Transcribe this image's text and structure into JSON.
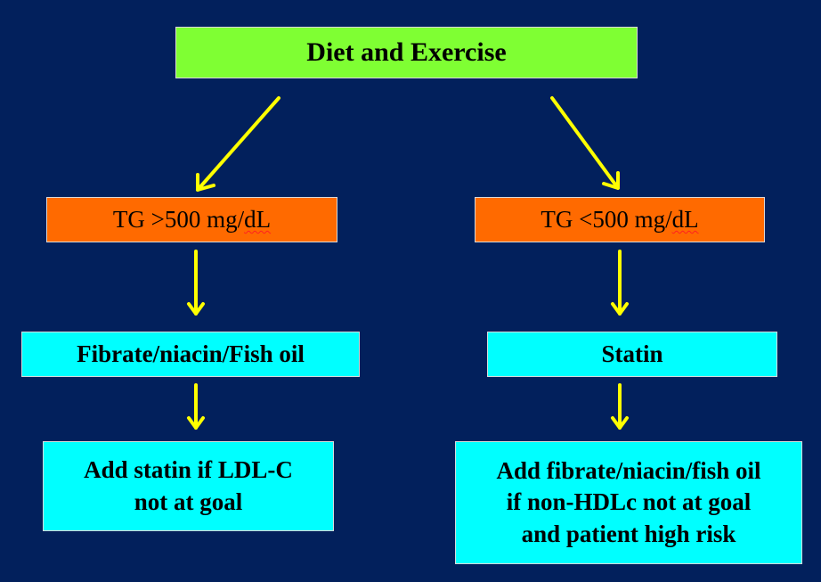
{
  "flowchart": {
    "root": {
      "label": "Diet and Exercise"
    },
    "left": {
      "condition": {
        "prefix": "TG >500 mg/",
        "unit_flagged": "dL"
      },
      "treatment": {
        "label": "Fibrate/niacin/Fish oil"
      },
      "followup": {
        "line1": "Add statin if LDL-C",
        "line2": "not at goal"
      }
    },
    "right": {
      "condition": {
        "prefix": "TG <500 mg/",
        "unit_flagged": "dL"
      },
      "treatment": {
        "label": "Statin"
      },
      "followup": {
        "line1": "Add fibrate/niacin/fish oil",
        "line2": "if non-HDLc not at goal",
        "line3": "and patient high risk"
      }
    }
  },
  "colors": {
    "background": "#02205C",
    "root_box": "#7FFF33",
    "condition_box": "#FF6A00",
    "treatment_box": "#00FFFF",
    "arrow": "#FFFF00"
  }
}
